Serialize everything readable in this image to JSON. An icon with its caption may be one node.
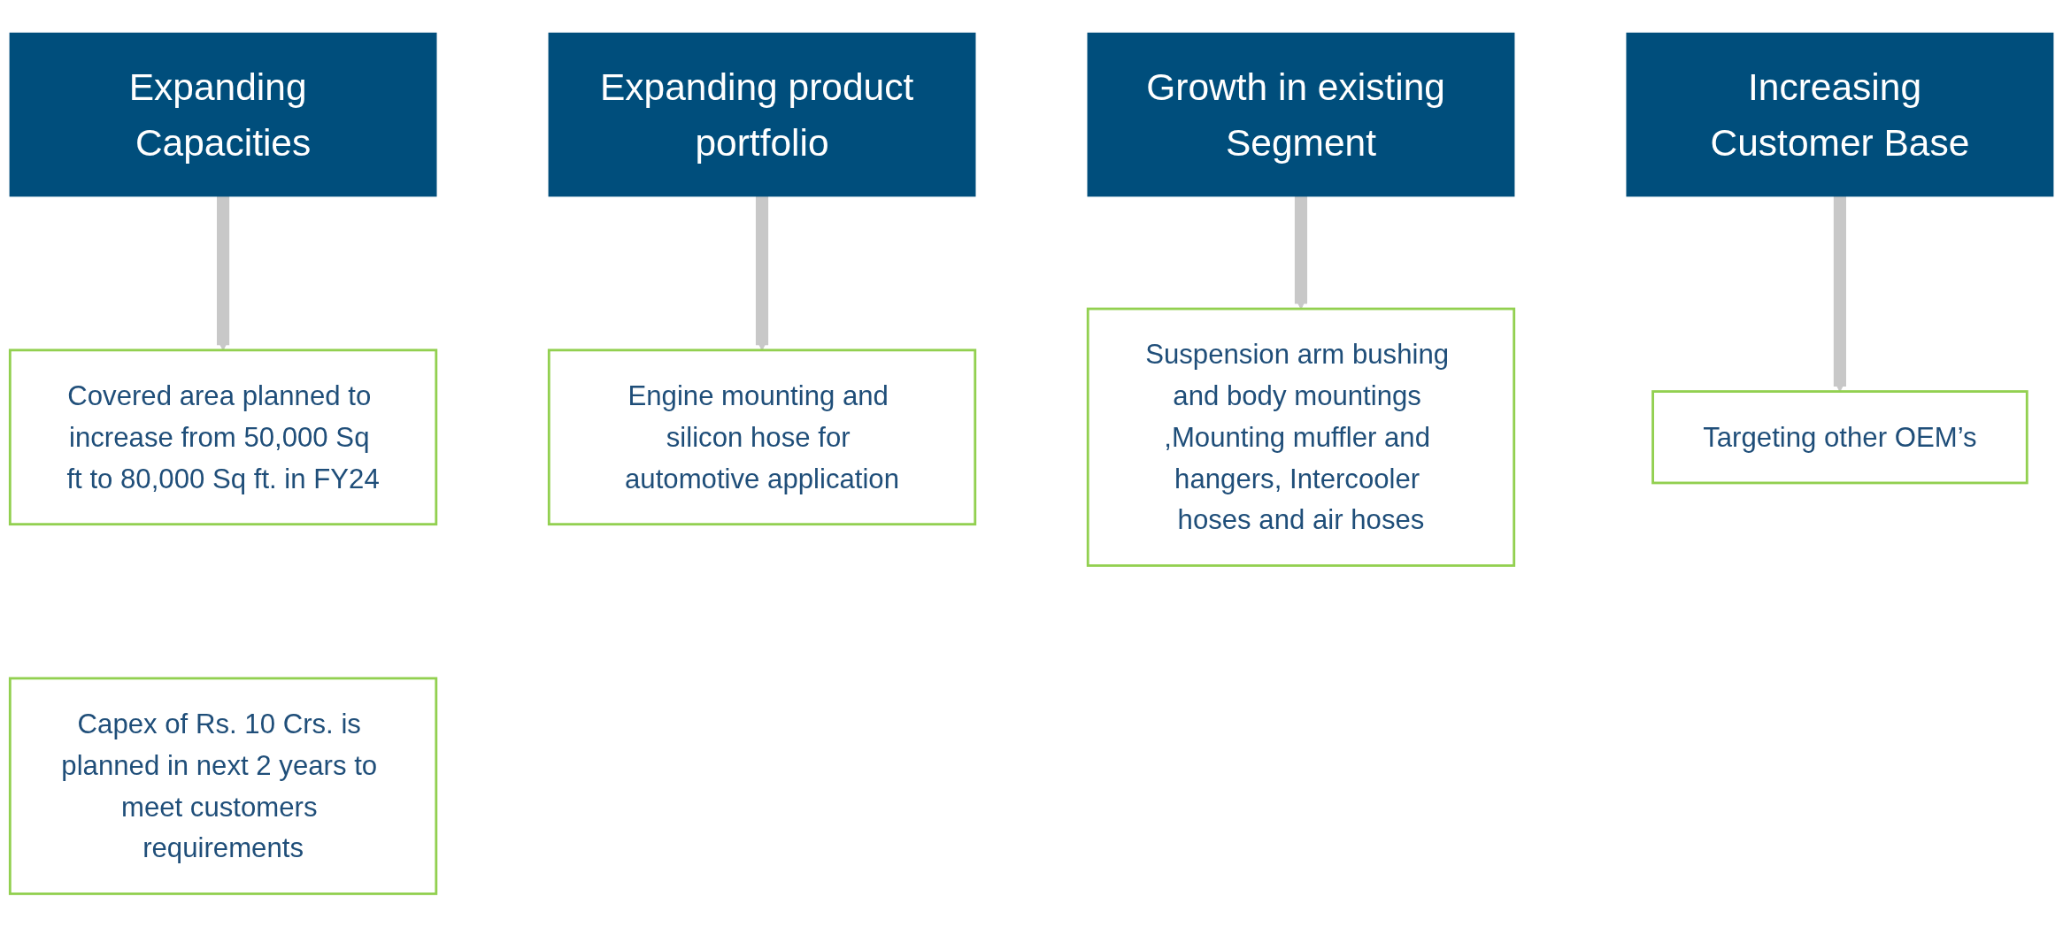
{
  "diagram": {
    "nodes": [
      {
        "text": [
          "Expanding Capacities"
        ]
      },
      {
        "text": [
          "Expanding product portfolio"
        ]
      },
      {
        "text": [
          "Growth in existing Segment"
        ]
      },
      {
        "text": [
          "Increasing Customer Base"
        ]
      },
      {
        "text": [
          "Covered area planned to increase from 50,000 Sq ft to 80,000 Sq ft. in FY24"
        ]
      },
      {
        "text": [
          "Engine mounting and silicon hose for automotive application"
        ]
      },
      {
        "text": [
          "Suspension arm bushing and body mountings ,Mounting muffler and hangers, Intercooler hoses and air hoses"
        ]
      },
      {
        "text": [
          "Targeting other OEM’s"
        ]
      },
      {
        "text": [
          "Capex of Rs. 10 Crs. is planned in next 2 years to meet customers requirements"
        ]
      }
    ],
    "edges": [
      {
        "from": 0,
        "to": 4,
        "arrow": "to"
      },
      {
        "from": 1,
        "to": 5,
        "arrow": "to"
      },
      {
        "from": 2,
        "to": 6,
        "arrow": "to"
      },
      {
        "from": 3,
        "to": 7,
        "arrow": "to"
      }
    ]
  }
}
